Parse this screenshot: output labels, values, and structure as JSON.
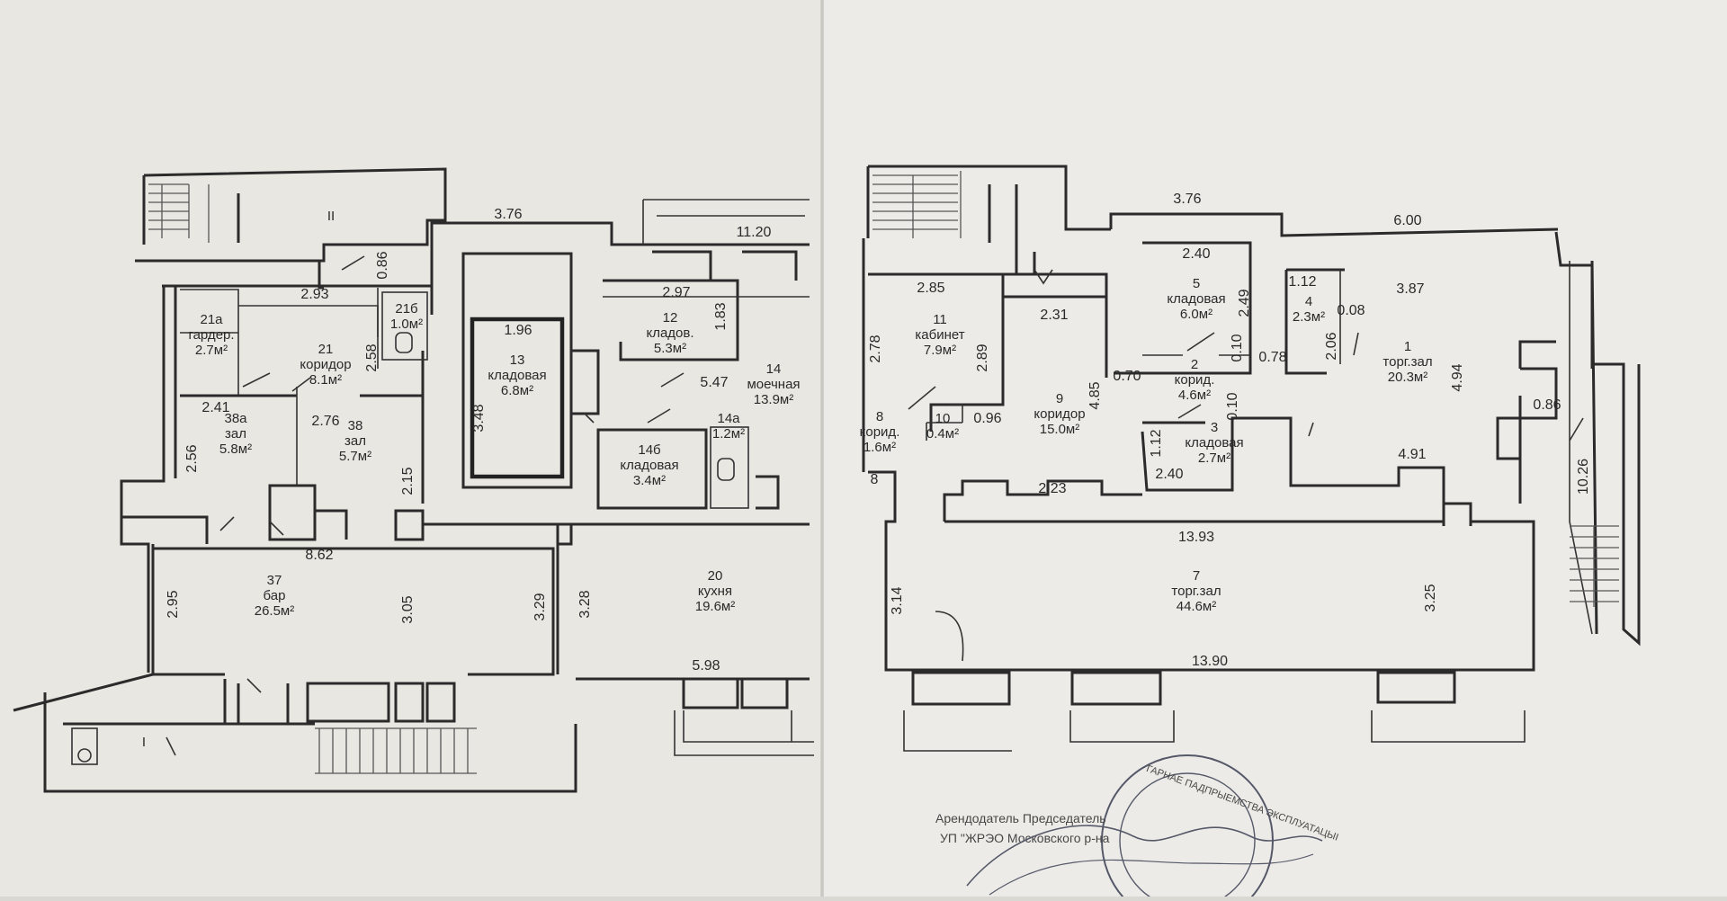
{
  "colors": {
    "paper": "#ecebe7",
    "ink": "#2b2b2b",
    "stamp": "#3b3f52",
    "shadow": "#cfcdc7"
  },
  "rooms": [
    {
      "id": "r21a",
      "lines": [
        "21а",
        "гардер.",
        "2.7м²"
      ]
    },
    {
      "id": "r21",
      "lines": [
        "21",
        "коридор",
        "8.1м²"
      ]
    },
    {
      "id": "r21b",
      "lines": [
        "21б",
        "1.0м²"
      ]
    },
    {
      "id": "r38a",
      "lines": [
        "38а",
        "зал",
        "5.8м²"
      ]
    },
    {
      "id": "r38",
      "lines": [
        "38",
        "зал",
        "5.7м²"
      ]
    },
    {
      "id": "r13",
      "lines": [
        "13",
        "кладовая",
        "6.8м²"
      ]
    },
    {
      "id": "r12",
      "lines": [
        "12",
        "кладов.",
        "5.3м²"
      ]
    },
    {
      "id": "r14",
      "lines": [
        "14",
        "моечная",
        "13.9м²"
      ]
    },
    {
      "id": "r14a",
      "lines": [
        "14а",
        "1.2м²"
      ]
    },
    {
      "id": "r14b",
      "lines": [
        "14б",
        "кладовая",
        "3.4м²"
      ]
    },
    {
      "id": "r37",
      "lines": [
        "37",
        "бар",
        "26.5м²"
      ]
    },
    {
      "id": "r20",
      "lines": [
        "20",
        "кухня",
        "19.6м²"
      ]
    },
    {
      "id": "rII",
      "lines": [
        "II"
      ]
    },
    {
      "id": "rI",
      "lines": [
        "I"
      ]
    },
    {
      "id": "r11",
      "lines": [
        "11",
        "кабинет",
        "7.9м²"
      ]
    },
    {
      "id": "r8",
      "lines": [
        "8",
        "корид.",
        "1.6м²"
      ]
    },
    {
      "id": "r10",
      "lines": [
        "10",
        "0.4м²"
      ]
    },
    {
      "id": "r9",
      "lines": [
        "9",
        "коридор",
        "15.0м²"
      ]
    },
    {
      "id": "r5",
      "lines": [
        "5",
        "кладовая",
        "6.0м²"
      ]
    },
    {
      "id": "r2",
      "lines": [
        "2",
        "корид.",
        "4.6м²"
      ]
    },
    {
      "id": "r3",
      "lines": [
        "3",
        "кладовая",
        "2.7м²"
      ]
    },
    {
      "id": "r4",
      "lines": [
        "4",
        "2.3м²"
      ]
    },
    {
      "id": "r1",
      "lines": [
        "1",
        "торг.зал",
        "20.3м²"
      ]
    },
    {
      "id": "r7",
      "lines": [
        "7",
        "торг.зал",
        "44.6м²"
      ]
    }
  ],
  "dims": [
    {
      "id": "d1",
      "text": "3.76"
    },
    {
      "id": "d2",
      "text": "11.20"
    },
    {
      "id": "d3",
      "text": "0.86"
    },
    {
      "id": "d4",
      "text": "2.93"
    },
    {
      "id": "d5",
      "text": "2.58"
    },
    {
      "id": "d6",
      "text": "2.41"
    },
    {
      "id": "d7",
      "text": "2.76"
    },
    {
      "id": "d8",
      "text": "2.56"
    },
    {
      "id": "d9",
      "text": "2.15"
    },
    {
      "id": "d10",
      "text": "1.96"
    },
    {
      "id": "d11",
      "text": "3.48"
    },
    {
      "id": "d12",
      "text": "2.97"
    },
    {
      "id": "d13",
      "text": "1.83"
    },
    {
      "id": "d14",
      "text": "5.47"
    },
    {
      "id": "d15",
      "text": "8.62"
    },
    {
      "id": "d16",
      "text": "2.95"
    },
    {
      "id": "d17",
      "text": "3.05"
    },
    {
      "id": "d18",
      "text": "3.29"
    },
    {
      "id": "d19",
      "text": "3.28"
    },
    {
      "id": "d20",
      "text": "5.98"
    },
    {
      "id": "d21",
      "text": "3.76"
    },
    {
      "id": "d22",
      "text": "6.00"
    },
    {
      "id": "d23",
      "text": "2.85"
    },
    {
      "id": "d24",
      "text": "2.78"
    },
    {
      "id": "d25",
      "text": "2.31"
    },
    {
      "id": "d26",
      "text": "2.89"
    },
    {
      "id": "d27",
      "text": "4.85"
    },
    {
      "id": "d28",
      "text": "0.70"
    },
    {
      "id": "d29",
      "text": "2.40"
    },
    {
      "id": "d30",
      "text": "2.49"
    },
    {
      "id": "d31",
      "text": "0.10"
    },
    {
      "id": "d32",
      "text": "0.78"
    },
    {
      "id": "d33",
      "text": "1.12"
    },
    {
      "id": "d34",
      "text": "3.87"
    },
    {
      "id": "d35",
      "text": "0.08"
    },
    {
      "id": "d36",
      "text": "2.06"
    },
    {
      "id": "d37",
      "text": "4.94"
    },
    {
      "id": "d38",
      "text": "0.96"
    },
    {
      "id": "d39",
      "text": "0.10"
    },
    {
      "id": "d40",
      "text": "1.12"
    },
    {
      "id": "d41",
      "text": "2.40"
    },
    {
      "id": "d42",
      "text": "4.91"
    },
    {
      "id": "d43",
      "text": "0.86"
    },
    {
      "id": "d44",
      "text": "10.26"
    },
    {
      "id": "d45",
      "text": "2.23"
    },
    {
      "id": "d46",
      "text": "13.93"
    },
    {
      "id": "d47",
      "text": "3.14"
    },
    {
      "id": "d48",
      "text": "3.25"
    },
    {
      "id": "d49",
      "text": "13.90"
    },
    {
      "id": "d50",
      "text": "8"
    }
  ],
  "stamp": {
    "line1": "Арендодатель Председатель",
    "line2": "УП \"ЖРЭО Московского р-на",
    "ring": "ГАРНАЕ ПАДПРЫЕМСТВА ЭКСПЛУАТАЦЫІ"
  }
}
